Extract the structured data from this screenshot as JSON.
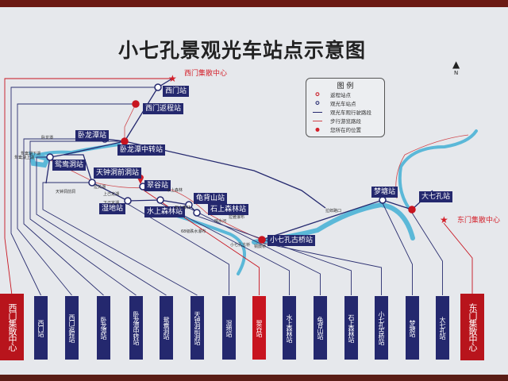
{
  "title": "小七孔景观光车站点示意图",
  "legend": {
    "title": "图  例",
    "items": [
      "返程站点",
      "观光车站点",
      "观光车观行驶路段",
      "步行游览路段",
      "您所在的位置"
    ]
  },
  "compass": "N",
  "hubs": {
    "west": "西门集散中心",
    "east": "东门集散中心"
  },
  "stations": [
    "西门站",
    "西门返程站",
    "卧龙潭站",
    "卧龙潭中转站",
    "鸳鸯洞站",
    "天钟洞前洞站",
    "翠谷站",
    "湿地站",
    "水上森林站",
    "龟背山站",
    "石上森林站",
    "小七孔古桥站",
    "梦塘站",
    "大七孔站"
  ],
  "map_labels": [
    "卧龙潭",
    "鸳鸯湖上湖",
    "鸳鸯湖下湖",
    "天钟洞前洞",
    "拉关湖",
    "上己定湖",
    "下己定湖",
    "水上森林",
    "石上森林",
    "响水河",
    "68级跌水瀑布",
    "拉雅瀑布",
    "小七孔古桥",
    "拉郎路口",
    "铜鼓桥"
  ],
  "tags": [
    "西门集散中心",
    "西门站",
    "西门返程站",
    "卧龙潭站",
    "卧龙潭中转站",
    "鸳鸯洞站",
    "天钟洞前洞站",
    "湿地站",
    "翠谷站",
    "水上森林站",
    "龟背山站",
    "石上森林站",
    "小七孔古桥站",
    "梦塘站",
    "大七孔站",
    "东门集散中心"
  ],
  "colors": {
    "navy": "#24286e",
    "red": "#c8141f",
    "river": "#5bb8d8",
    "walk": "#d0454a"
  }
}
